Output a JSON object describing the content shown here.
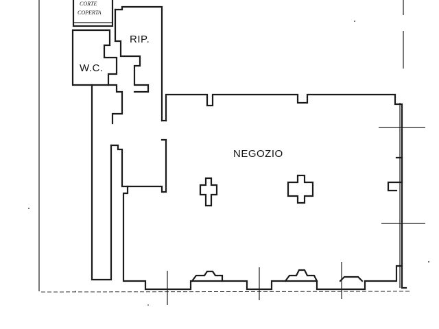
{
  "rooms": {
    "negozio": "NEGOZIO",
    "ripostiglio": "RIP.",
    "wc": "W.C.",
    "corte_line1": "CORTE",
    "corte_line2": "COPERTA"
  }
}
